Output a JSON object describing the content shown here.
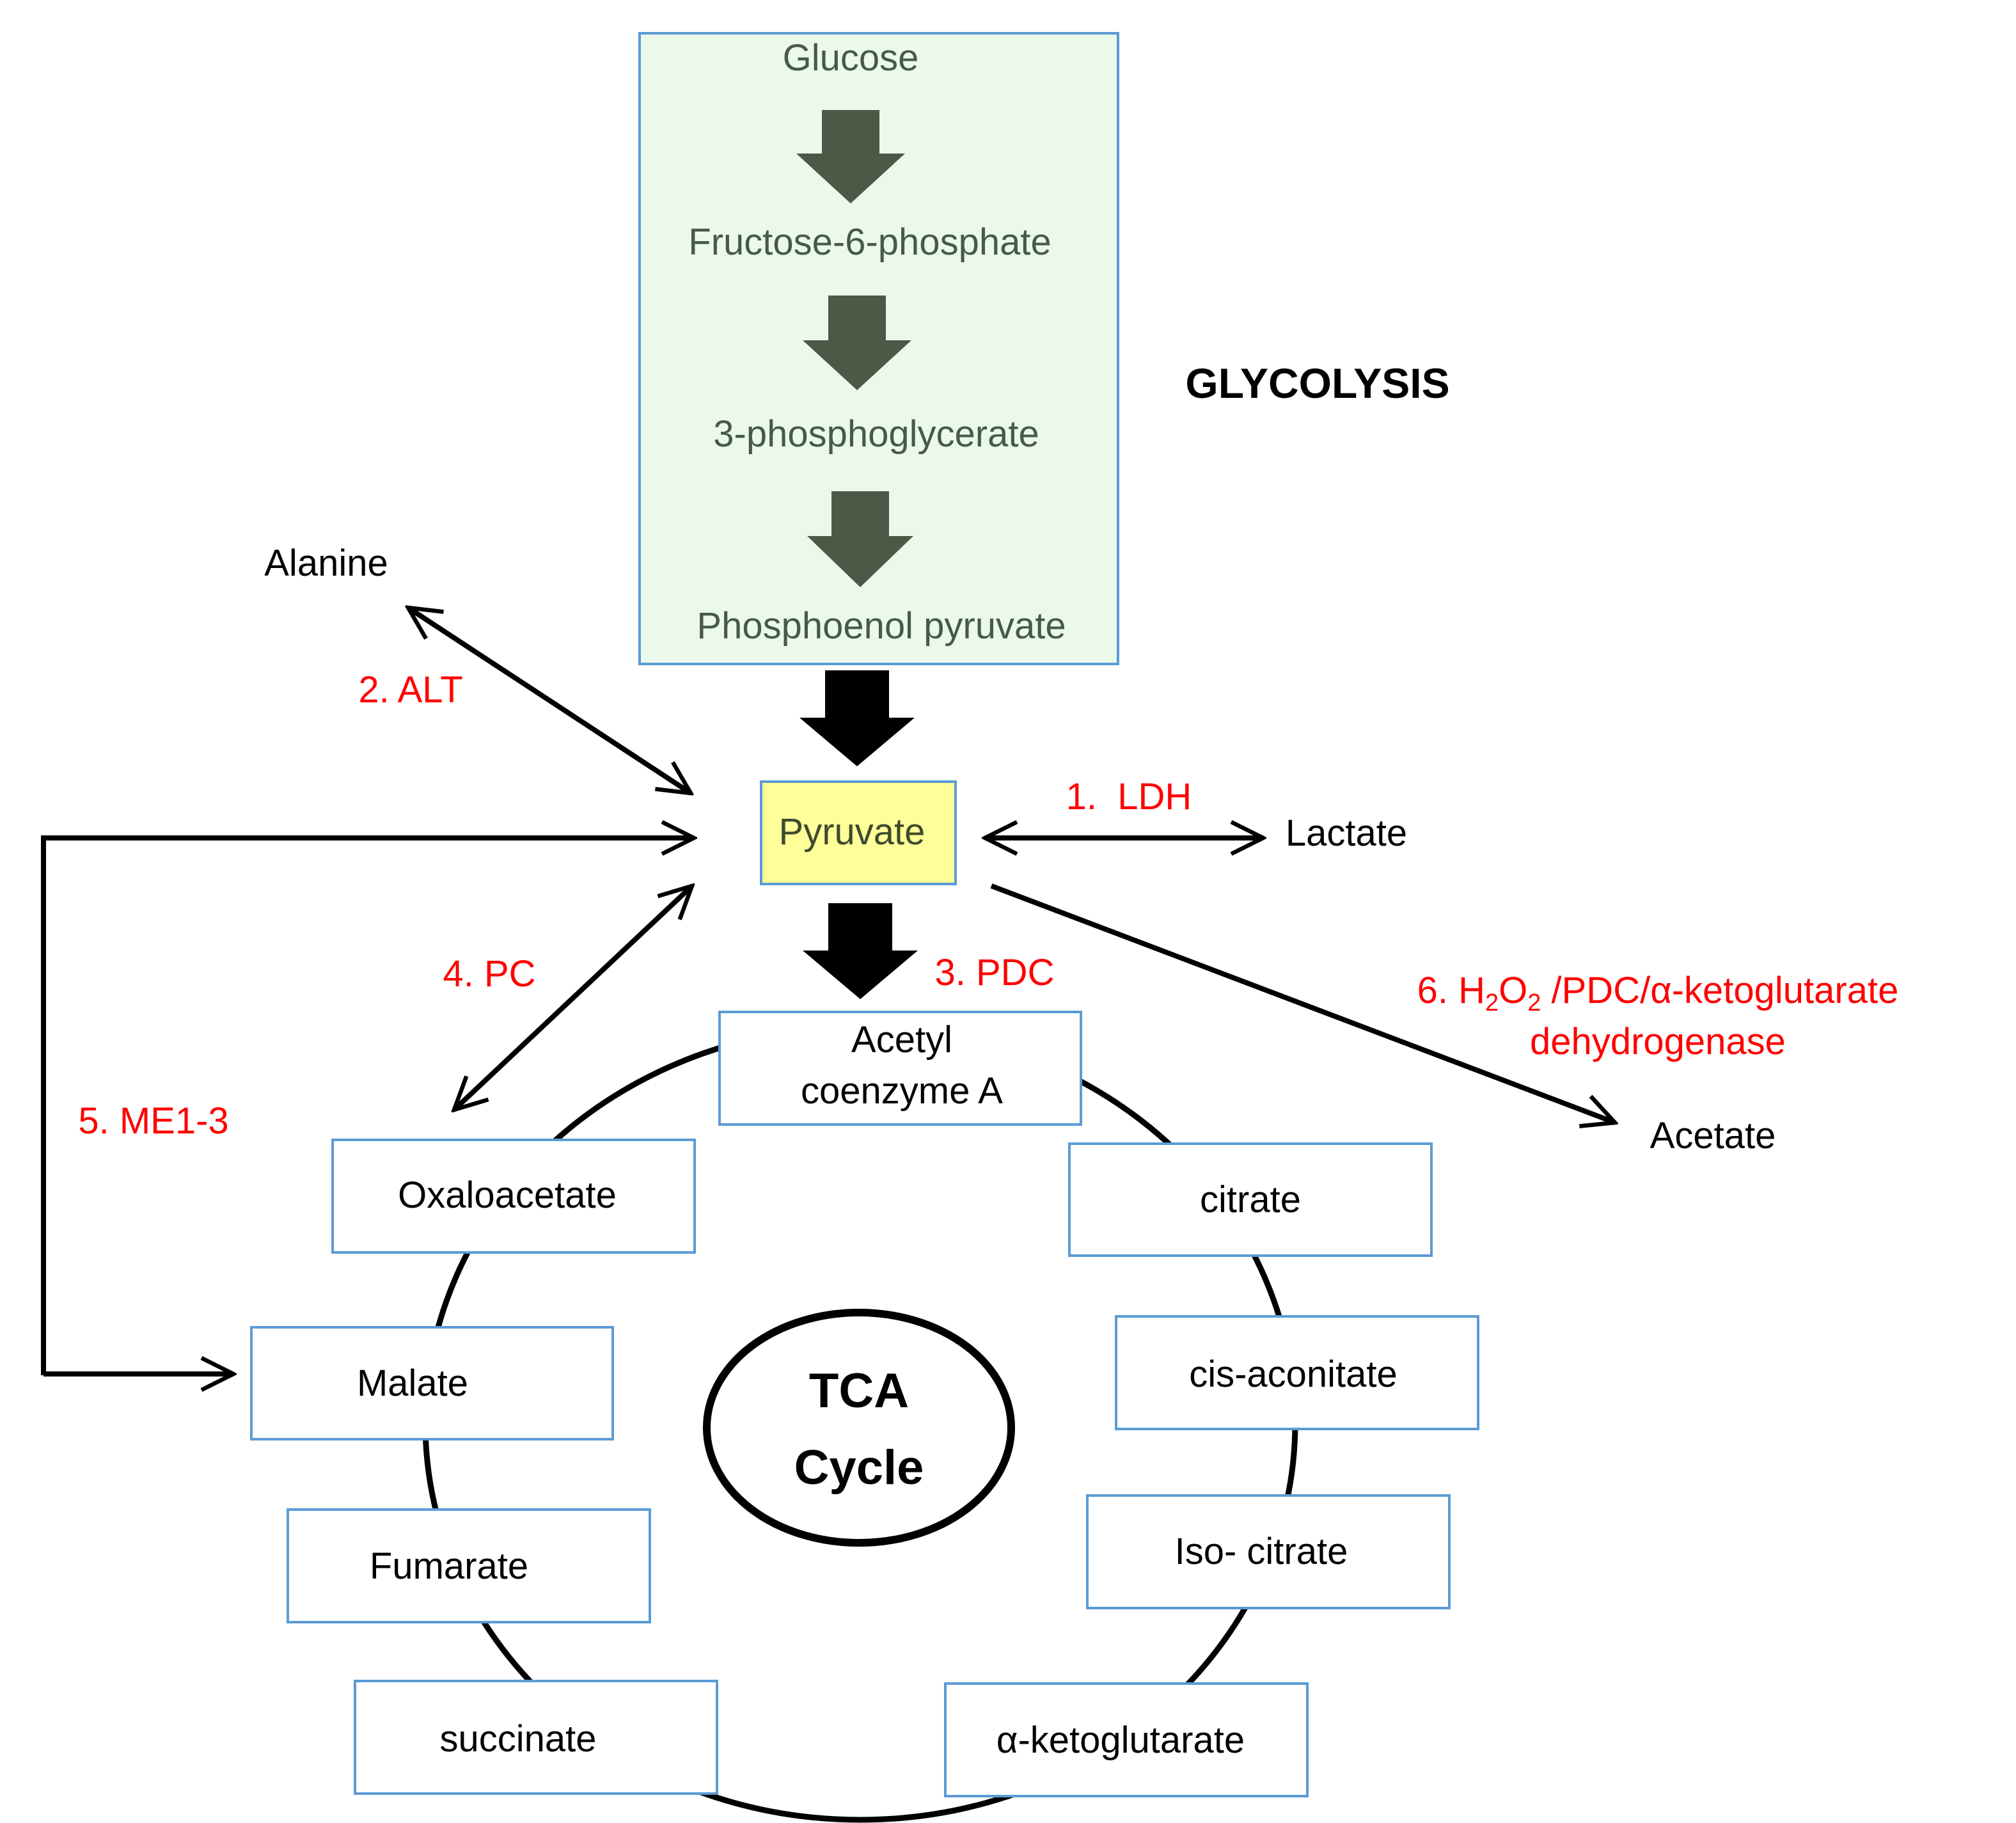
{
  "glycolysis": {
    "title": "GLYCOLYSIS",
    "steps": [
      "Glucose",
      "Fructose-6-phosphate",
      "3-phosphoglycerate",
      "Phosphoenol pyruvate"
    ]
  },
  "pyruvate": "Pyruvate",
  "products": {
    "alanine": "Alanine",
    "lactate": "Lactate",
    "acetate": "Acetate"
  },
  "enzymes": {
    "ldh": "1.  LDH",
    "alt": "2. ALT",
    "pdc": "3. PDC",
    "pc": "4. PC",
    "me": "5. ME1-3",
    "h2o2": {
      "prefix": "6. H",
      "sub1": "2",
      "mid": "O",
      "sub2": "2",
      "suffix": " /PDC/α-ketoglutarate",
      "line2": "dehydrogenase"
    }
  },
  "tca": {
    "title_line1": "TCA",
    "title_line2": "Cycle",
    "acetyl_line1": "Acetyl",
    "acetyl_line2": "coenzyme A",
    "intermediates": {
      "oxaloacetate": "Oxaloacetate",
      "malate": "Malate",
      "fumarate": "Fumarate",
      "succinate": "succinate",
      "citrate": "citrate",
      "cis_aconitate": "cis-aconitate",
      "isocitrate": "Iso- citrate",
      "alpha_kg": "α-ketoglutarate"
    }
  },
  "colors": {
    "glycolysis_fill": "#ebf9ea",
    "box_border": "#5b9bd5",
    "pyruvate_fill": "#ffff99",
    "enzyme_text": "#ff0000",
    "dark_arrow": "#4a5a46",
    "glycolysis_text": "#465a46"
  }
}
